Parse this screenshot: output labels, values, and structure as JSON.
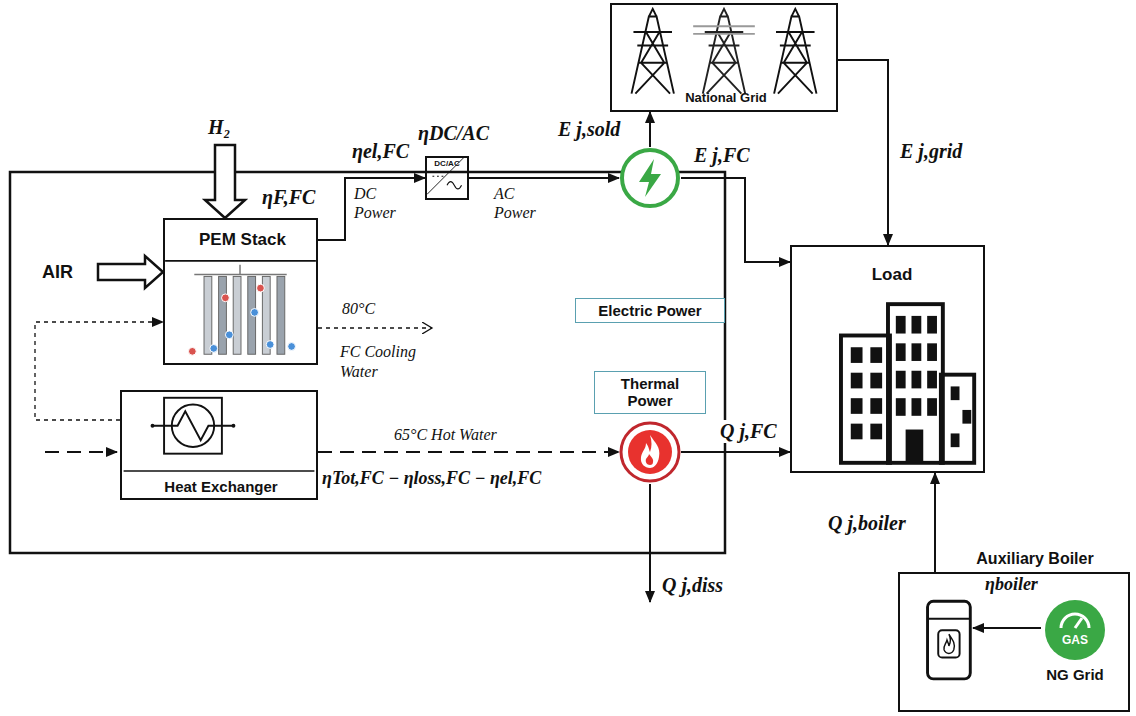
{
  "diagram": {
    "nodes": [
      {
        "text": [
          "National Grid"
        ]
      },
      {
        "text": [
          "PEM Stack"
        ]
      },
      {
        "text": [
          "DC/AC"
        ]
      },
      {
        "text": [
          "Heat Exchanger"
        ]
      },
      {
        "text": [
          "Electric Power"
        ]
      },
      {
        "text": [
          "Thermal Power"
        ]
      },
      {
        "text": [
          "Load"
        ]
      },
      {
        "text": [
          "Auxiliary Boiler"
        ]
      },
      {
        "text": [
          "GAS",
          "NG Grid"
        ],
        "in": 7
      }
    ],
    "edges": [
      {
        "from": 1,
        "to": 2,
        "arrow": "to",
        "label": "DC Power"
      },
      {
        "from": 2,
        "to": 4,
        "arrow": "to",
        "label": "AC Power"
      },
      {
        "from": 4,
        "to": 0,
        "arrow": "to",
        "label": "E j,sold"
      },
      {
        "from": 0,
        "to": 6,
        "arrow": "to",
        "label": "E j,grid"
      },
      {
        "from": 4,
        "to": 6,
        "arrow": "to",
        "label": "E j,FC"
      },
      {
        "from": 3,
        "to": 5,
        "arrow": "to",
        "label": "65°C Hot Water"
      },
      {
        "from": 5,
        "to": 6,
        "arrow": "to",
        "label": "Q j,FC"
      },
      {
        "from": 7,
        "to": 6,
        "arrow": "to",
        "label": "Q j,boiler"
      },
      {
        "from": 3,
        "to": 1,
        "arrow": "to"
      }
    ],
    "labels": [
      "H₂",
      "ηF,FC",
      "AIR",
      "ηel,FC",
      "ηDC/AC",
      "80°C",
      "FC Cooling Water",
      "ηTot,FC − ηloss,FC − ηel,FC",
      "Q j,diss",
      "ηboiler"
    ]
  }
}
